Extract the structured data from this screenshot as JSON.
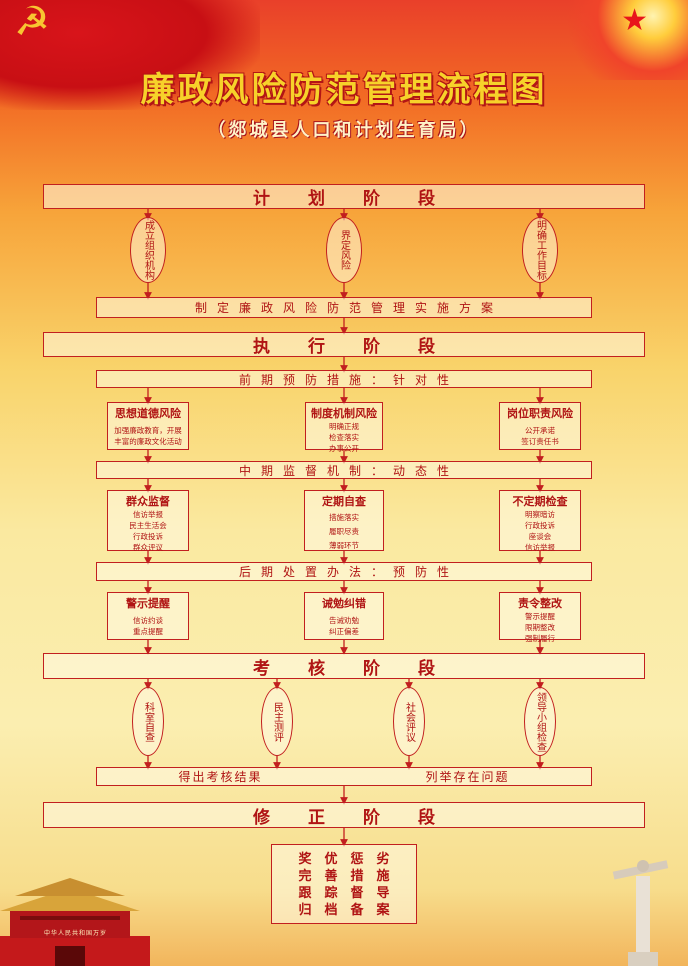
{
  "title": "廉政风险防范管理流程图",
  "subtitle": "（郯城县人口和计划生育局）",
  "stages": {
    "plan": "计划阶段",
    "execute": "执行阶段",
    "assess": "考核阶段",
    "revise": "修正阶段"
  },
  "plan_ovals": [
    "成立组织机构",
    "界定风险",
    "明确工作目标"
  ],
  "plan_result": "制定廉政风险防范管理实施方案",
  "pre": {
    "label": "前期预防措施：针对性",
    "cards": [
      {
        "title": "思想道德风险",
        "lines": [
          "加强廉政教育，开展",
          "丰富的廉政文化活动"
        ]
      },
      {
        "title": "制度机制风险",
        "lines": [
          "明确正规",
          "检查落实",
          "办事公开"
        ]
      },
      {
        "title": "岗位职责风险",
        "lines": [
          "公开承诺",
          "签订责任书"
        ]
      }
    ]
  },
  "mid": {
    "label": "中期监督机制：动态性",
    "cards": [
      {
        "title": "群众监督",
        "lines": [
          "信访举报",
          "民主生活会",
          "行政投诉",
          "群众评议"
        ]
      },
      {
        "title": "定期自查",
        "lines": [
          "措施落实",
          "履职尽责",
          "薄弱环节"
        ]
      },
      {
        "title": "不定期检查",
        "lines": [
          "明察暗访",
          "行政投诉",
          "座谈会",
          "信访举报"
        ]
      }
    ]
  },
  "post": {
    "label": "后期处置办法：预防性",
    "cards": [
      {
        "title": "警示提醒",
        "lines": [
          "信访约谈",
          "重点提醒"
        ]
      },
      {
        "title": "诫勉纠错",
        "lines": [
          "告诫劝勉",
          "纠正偏差"
        ]
      },
      {
        "title": "责令整改",
        "lines": [
          "警示提醒",
          "限期整改",
          "强制履行"
        ]
      }
    ]
  },
  "assess_ovals": [
    "科室自查",
    "民主测评",
    "社会评议",
    "领导小组检查"
  ],
  "assess_result_left": "得出考核结果",
  "assess_result_right": "列举存在问题",
  "final_lines": [
    "奖优惩劣",
    "完善措施",
    "跟踪督导",
    "归档备案"
  ],
  "gate_caption": "中华人民共和国万岁",
  "colors": {
    "line": "#c21f1f",
    "title": "#f7d22a",
    "text": "#b01414"
  }
}
